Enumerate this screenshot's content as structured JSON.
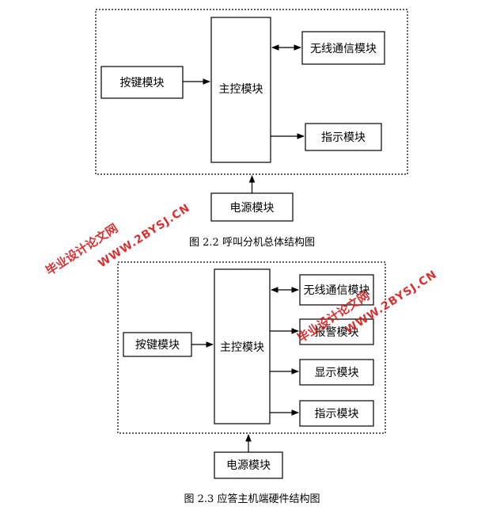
{
  "diagram1": {
    "blocks": {
      "key": "按键模块",
      "main": "主控模块",
      "wireless": "无线通信模块",
      "indicator": "指示模块",
      "power": "电源模块"
    },
    "caption": "图 2.2 呼叫分机总体结构图"
  },
  "diagram2": {
    "blocks": {
      "key": "按键模块",
      "main": "主控模块",
      "wireless": "无线通信模块",
      "alarm": "报警模块",
      "display": "显示模块",
      "indicator": "指示模块",
      "power": "电源模块"
    },
    "caption": "图 2.3 应答主机端硬件结构图"
  },
  "watermarks": {
    "brand": "毕业设计论文网",
    "url": "WWW.2BYSJ.CN"
  }
}
